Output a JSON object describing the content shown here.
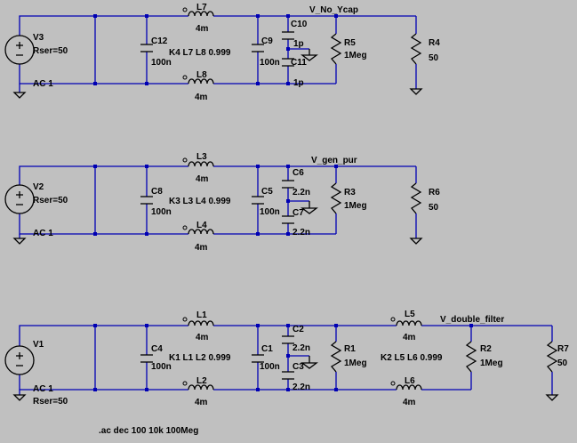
{
  "circuits": [
    {
      "source": {
        "name": "V3",
        "rser": "Rser=50",
        "ac": "AC 1"
      },
      "cap_in": {
        "name": "C12",
        "value": "100n"
      },
      "coupling": "K4 L7 L8 0.999",
      "l_top": {
        "name": "L7",
        "value": "4m"
      },
      "l_bot": {
        "name": "L8",
        "value": "4m"
      },
      "cap_out": {
        "name": "C9",
        "value": "100n"
      },
      "ycap_top": {
        "name": "C10",
        "value": "1p"
      },
      "ycap_bot": {
        "name": "C11",
        "value": "1p"
      },
      "resistor": {
        "name": "R5",
        "value": "1Meg"
      },
      "load": {
        "name": "R4",
        "value": "50"
      },
      "net": "V_No_Ycap"
    },
    {
      "source": {
        "name": "V2",
        "rser": "Rser=50",
        "ac": "AC 1"
      },
      "cap_in": {
        "name": "C8",
        "value": "100n"
      },
      "coupling": "K3 L3 L4 0.999",
      "l_top": {
        "name": "L3",
        "value": "4m"
      },
      "l_bot": {
        "name": "L4",
        "value": "4m"
      },
      "cap_out": {
        "name": "C5",
        "value": "100n"
      },
      "ycap_top": {
        "name": "C6",
        "value": "2.2n"
      },
      "ycap_bot": {
        "name": "C7",
        "value": "2.2n"
      },
      "resistor": {
        "name": "R3",
        "value": "1Meg"
      },
      "load": {
        "name": "R6",
        "value": "50"
      },
      "net": "V_gen_pur"
    },
    {
      "source": {
        "name": "V1",
        "ac": "AC 1",
        "rser": "Rser=50"
      },
      "cap_in": {
        "name": "C4",
        "value": "100n"
      },
      "coupling": "K1 L1 L2 0.999",
      "l_top": {
        "name": "L1",
        "value": "4m"
      },
      "l_bot": {
        "name": "L2",
        "value": "4m"
      },
      "cap_out": {
        "name": "C1",
        "value": "100n"
      },
      "ycap_top": {
        "name": "C2",
        "value": "2.2n"
      },
      "ycap_bot": {
        "name": "C3",
        "value": "2.2n"
      },
      "resistor": {
        "name": "R1",
        "value": "1Meg"
      },
      "l2_top": {
        "name": "L5",
        "value": "4m"
      },
      "l2_bot": {
        "name": "L6",
        "value": "4m"
      },
      "coupling2": "K2 L5 L6 0.999",
      "resistor2": {
        "name": "R2",
        "value": "1Meg"
      },
      "load": {
        "name": "R7",
        "value": "50"
      },
      "net": "V_double_filter"
    }
  ],
  "directive": ".ac dec 100 10k 100Meg"
}
